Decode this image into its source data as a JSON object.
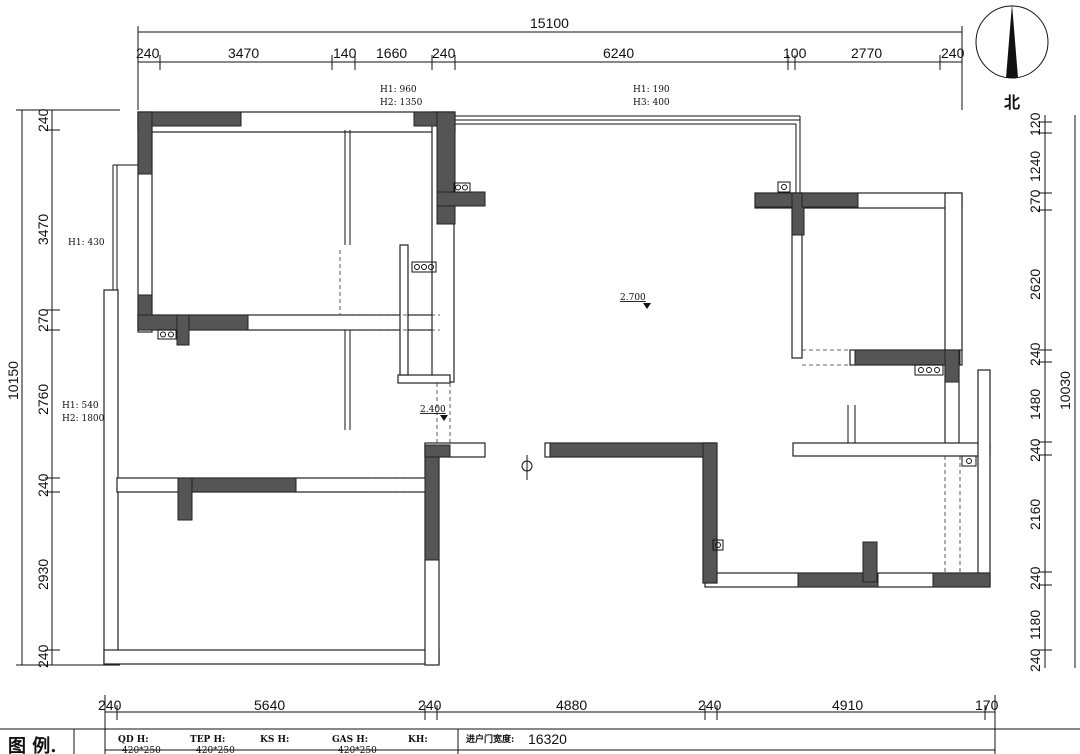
{
  "plan": {
    "north_label": "北",
    "dims_top_total": "15100",
    "dims_top": [
      "240",
      "3470",
      "140",
      "1660",
      "240",
      "6240",
      "100",
      "2770",
      "240"
    ],
    "dims_left_total": "10150",
    "dims_left": [
      "240",
      "3470",
      "270",
      "2760",
      "240",
      "2930",
      "240"
    ],
    "dims_right_total": "10030",
    "dims_right": [
      "120",
      "1240",
      "270",
      "2620",
      "240",
      "1480",
      "240",
      "2160",
      "240",
      "1180",
      "240"
    ],
    "dims_bottom_total": "16320",
    "dims_bottom": [
      "240",
      "5640",
      "240",
      "4880",
      "240",
      "4910",
      "170"
    ],
    "notes": {
      "win1_h1": "H1: 960",
      "win1_h2": "H2: 1350",
      "win2_h1": "H1: 190",
      "win2_h3": "H3: 400",
      "left_h1": "H1: 430",
      "left2_h1": "H1: 540",
      "left2_h2": "H2: 1800",
      "level_main": "2.700",
      "level_entry": "2.400"
    }
  },
  "legend": {
    "title": "图 例.",
    "items": [
      "QD H:",
      "TEP H:",
      "KS H:",
      "GAS H:",
      "KH:"
    ],
    "sizes": [
      "420*250",
      "420*250",
      "",
      "420*250"
    ],
    "door_label": "进户门宽度:"
  }
}
